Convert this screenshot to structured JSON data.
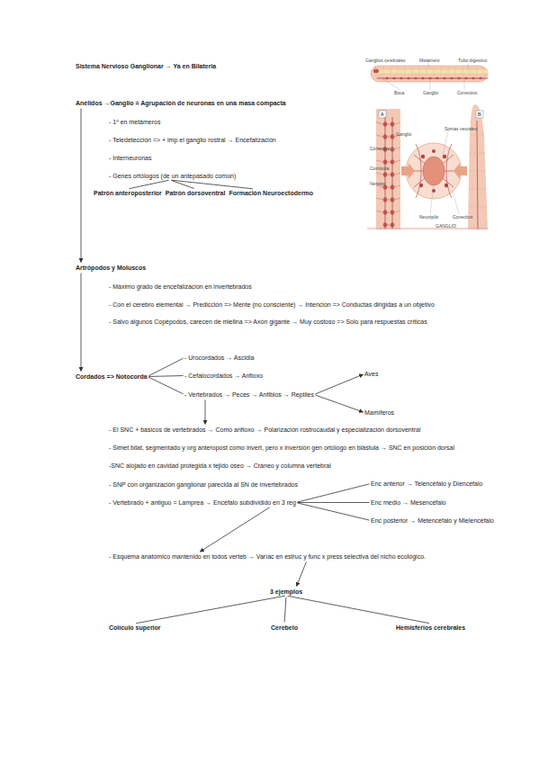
{
  "diagram": {
    "title": "Sistema Nervioso Ganglionar → Ya en Bilateria",
    "nodes": [
      {
        "text": [
          "Anélidos →Ganglio = Agrupación de neuronas en una masa compacta"
        ]
      },
      {
        "text": [
          "- 1º en metámeros"
        ]
      },
      {
        "text": [
          "- Teledetección => + imp el ganglio rostral → Encefalización"
        ]
      },
      {
        "text": [
          "- Interneuronas"
        ]
      },
      {
        "text": [
          "- Genes ortólogos (de un antepasado común)"
        ]
      },
      {
        "text": [
          "Patrón anteroposterior"
        ]
      },
      {
        "text": [
          "Patrón dorsoventral"
        ]
      },
      {
        "text": [
          "Formación Neuroectodermo"
        ]
      },
      {
        "text": [
          "Artrópodos y Moluscos"
        ]
      },
      {
        "text": [
          "- Máximo grado de encefalización en invertebrados"
        ]
      },
      {
        "text": [
          "- Con el cerebro elemental → Predicción => Mente (no consciente) → Intención => Conductas dirigidas a un objetivo"
        ]
      },
      {
        "text": [
          "- Salvo algunos Copépodos, carecen de mielina => Axón gigante → Muy costoso => Solo para respuestas críticas"
        ]
      },
      {
        "text": [
          "Cordados => Notocorda"
        ]
      },
      {
        "text": [
          "- Urocordados → Ascidia"
        ]
      },
      {
        "text": [
          "- Cefalocordados → Anfioxo"
        ]
      },
      {
        "text": [
          "- Vertebrados → Peces → Anfibios → Reptiles"
        ]
      },
      {
        "text": [
          "Aves"
        ]
      },
      {
        "text": [
          "Mamíferos"
        ]
      },
      {
        "text": [
          "- El SNC + básicos de vertebrados → Como anfioxo → Polarización rostrocaudal y especialización dorsoventral"
        ]
      },
      {
        "text": [
          "- Simet bilat, segmentado y org anteropost como invert, pero x inversión gen ortólogo en blástula → SNC en posición dorsal"
        ]
      },
      {
        "text": [
          "-SNC alojado en cavidad protegida x tejido óseo → Cráneo y columna vertebral"
        ]
      },
      {
        "text": [
          "- SNP con organización ganglionar parecida al SN de invertebrados"
        ]
      },
      {
        "text": [
          "- Vertebrado + antiguo = Lamprea → Encéfalo subdividido en 3 reg"
        ]
      },
      {
        "text": [
          "Enc anterior → Telencéfalo y Diencéfalo"
        ]
      },
      {
        "text": [
          "Enc medio → Mesencéfalo"
        ]
      },
      {
        "text": [
          "Enc posterior → Metencéfalo y Mielencéfalo"
        ]
      },
      {
        "text": [
          "- Esquema anatómico mantenido en todos verteb → Varíac en estruc y func x press selectiva del nicho ecológico."
        ]
      },
      {
        "text": [
          "3 ejemplos"
        ]
      },
      {
        "text": [
          "Colículo superior"
        ]
      },
      {
        "text": [
          "Cerebelo"
        ]
      },
      {
        "text": [
          "Hemisferios cerebrales"
        ]
      }
    ],
    "edges": [
      {
        "from": 4,
        "to": 5,
        "arrow": "none"
      },
      {
        "from": 4,
        "to": 6,
        "arrow": "none"
      },
      {
        "from": 4,
        "to": 7,
        "arrow": "none"
      },
      {
        "from": 0,
        "to": 8,
        "arrow": "to"
      },
      {
        "from": 8,
        "to": 12,
        "arrow": "to"
      },
      {
        "from": 12,
        "to": 13,
        "arrow": "none"
      },
      {
        "from": 12,
        "to": 14,
        "arrow": "none"
      },
      {
        "from": 12,
        "to": 15,
        "arrow": "none"
      },
      {
        "from": 15,
        "to": 16,
        "arrow": "to"
      },
      {
        "from": 15,
        "to": 17,
        "arrow": "to"
      },
      {
        "from": 15,
        "to": 18,
        "arrow": "to"
      },
      {
        "from": 22,
        "to": 23,
        "arrow": "none"
      },
      {
        "from": 22,
        "to": 24,
        "arrow": "none"
      },
      {
        "from": 22,
        "to": 25,
        "arrow": "none"
      },
      {
        "from": 22,
        "to": 26,
        "arrow": "to"
      },
      {
        "from": 26,
        "to": 27,
        "arrow": "to"
      },
      {
        "from": 27,
        "to": 28,
        "arrow": "none"
      },
      {
        "from": 27,
        "to": 29,
        "arrow": "none"
      },
      {
        "from": 27,
        "to": 30,
        "arrow": "none"
      }
    ],
    "labels": [
      "Ganglios cerebrales",
      "Metámero",
      "Tubo digestivo",
      "Boca",
      "Ganglio",
      "Conectivo",
      "A",
      "B",
      "Ganglio",
      "Somas neurales",
      "Conectivo",
      "Comisura",
      "Nervios",
      "Neurópilo",
      "Conectivo",
      "GANGLIO"
    ]
  }
}
